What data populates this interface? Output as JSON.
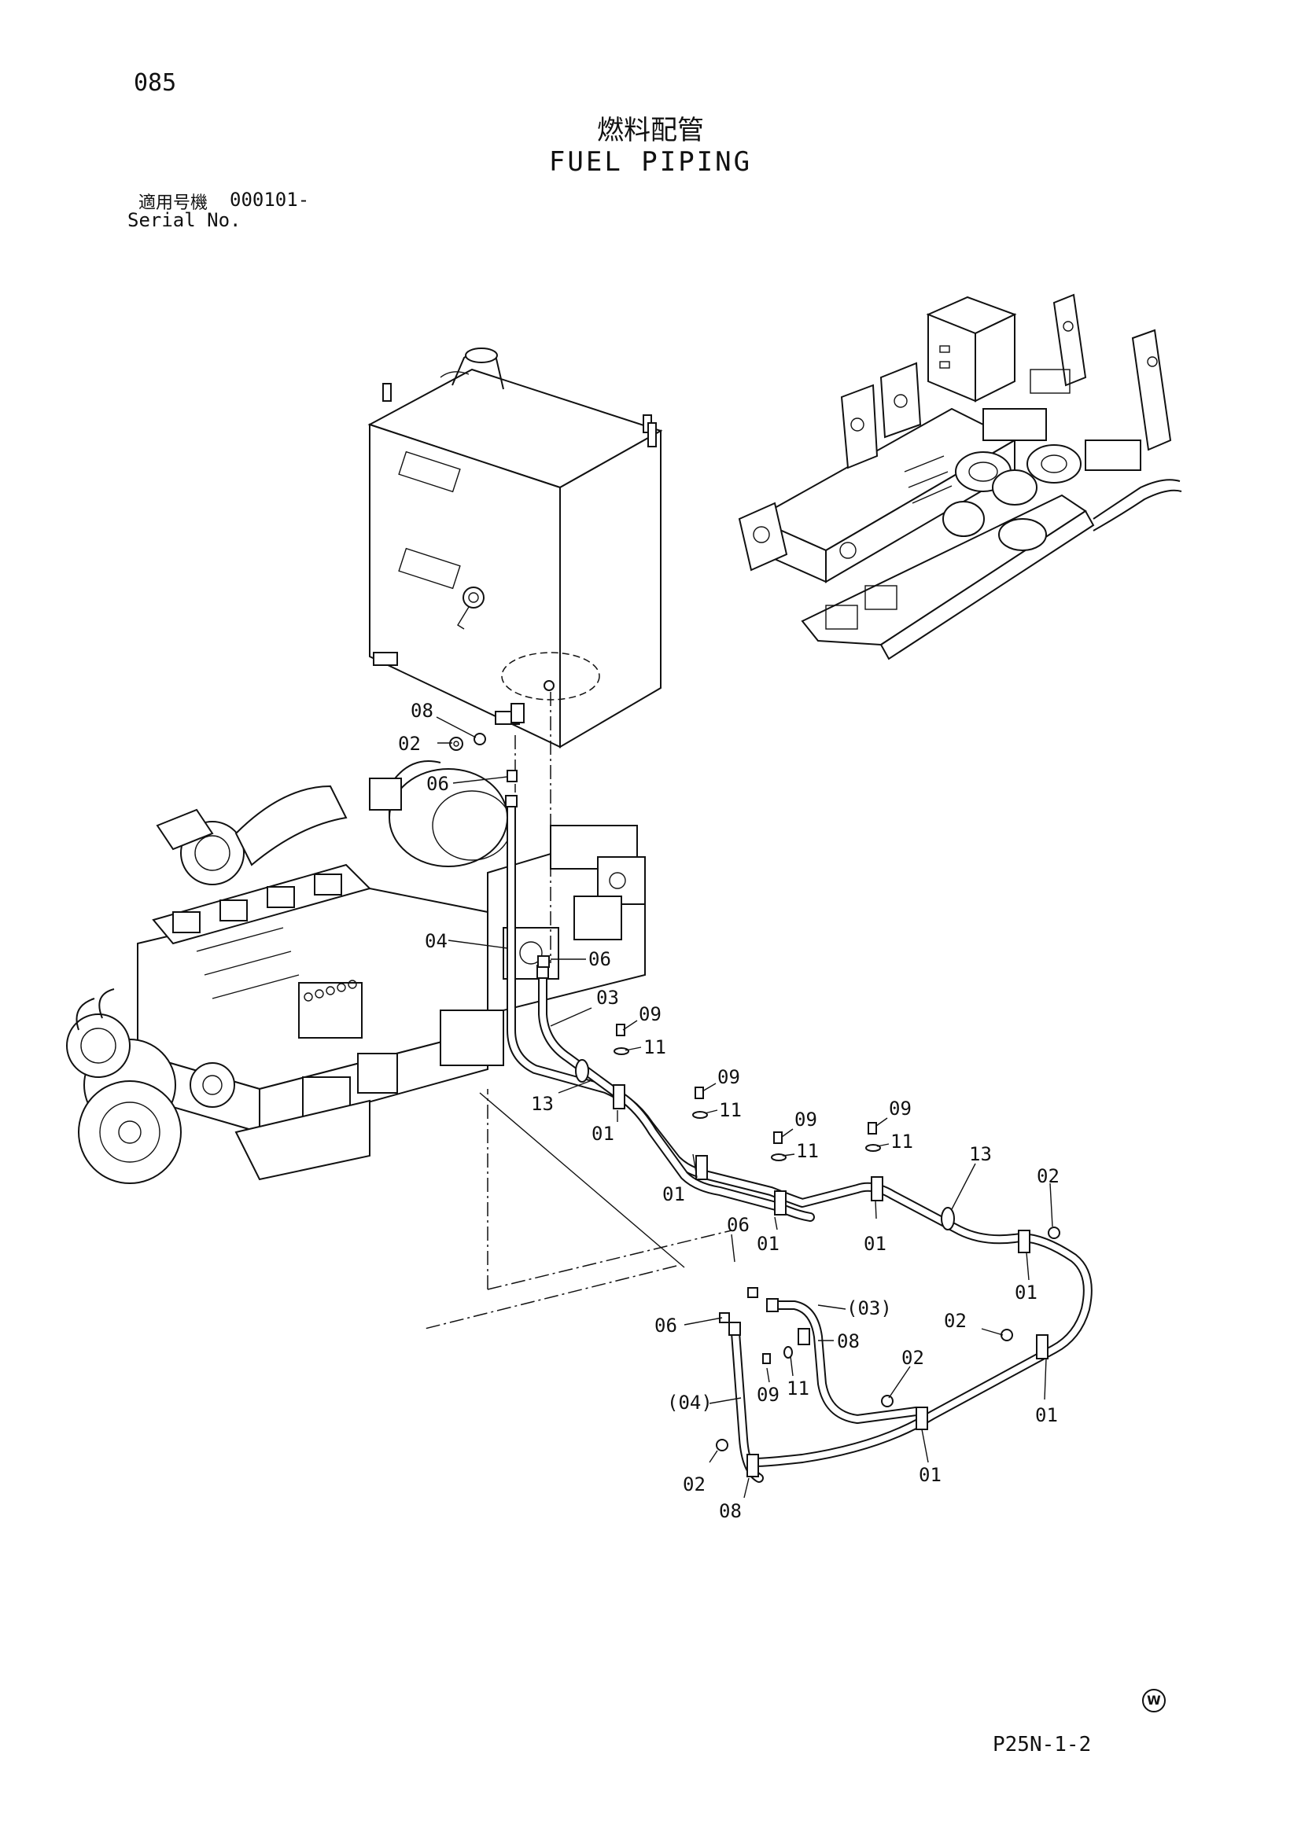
{
  "header": {
    "page_number": "085",
    "title_ja": "燃料配管",
    "title_en": "FUEL PIPING",
    "serial_label_ja": "適用号機",
    "serial_value": "000101-",
    "serial_label_en": "Serial No."
  },
  "callouts": [
    {
      "label": "08"
    },
    {
      "label": "02"
    },
    {
      "label": "06"
    },
    {
      "label": "04"
    },
    {
      "label": "06"
    },
    {
      "label": "03"
    },
    {
      "label": "09"
    },
    {
      "label": "11"
    },
    {
      "label": "13"
    },
    {
      "label": "01"
    },
    {
      "label": "09"
    },
    {
      "label": "11"
    },
    {
      "label": "01"
    },
    {
      "label": "09"
    },
    {
      "label": "11"
    },
    {
      "label": "09"
    },
    {
      "label": "11"
    },
    {
      "label": "01"
    },
    {
      "label": "01"
    },
    {
      "label": "13"
    },
    {
      "label": "02"
    },
    {
      "label": "01"
    },
    {
      "label": "06"
    },
    {
      "label": "06"
    },
    {
      "label": "(03)"
    },
    {
      "label": "08"
    },
    {
      "label": "02"
    },
    {
      "label": "01"
    },
    {
      "label": "11"
    },
    {
      "label": "09"
    },
    {
      "label": "02"
    },
    {
      "label": "(04)"
    },
    {
      "label": "01"
    },
    {
      "label": "02"
    },
    {
      "label": "08"
    }
  ],
  "footer": {
    "maker_mark": "W",
    "drawing_code": "P25N-1-2"
  }
}
